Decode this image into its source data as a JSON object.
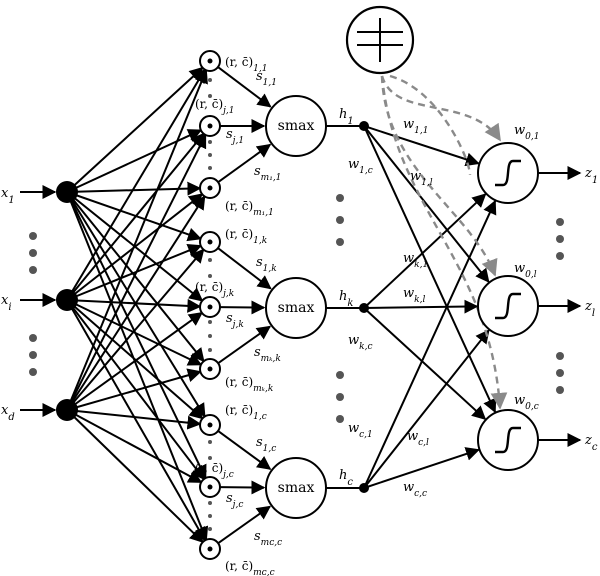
{
  "inputs": [
    {
      "main": "x",
      "sub": "1"
    },
    {
      "main": "x",
      "sub": "i"
    },
    {
      "main": "x",
      "sub": "d"
    }
  ],
  "prototypes": [
    {
      "head": "(r, c̄)",
      "sub": "1,1"
    },
    {
      "head": "(r, c̄)",
      "sub": "j,1"
    },
    {
      "head": "(r, c̄)",
      "sub": "m₁,1"
    },
    {
      "head": "(r, c̄)",
      "sub": "1,k"
    },
    {
      "head": "(r, c̄)",
      "sub": "j,k"
    },
    {
      "head": "(r, c̄)",
      "sub": "mₖ,k"
    },
    {
      "head": "(r, c̄)",
      "sub": "1,c"
    },
    {
      "head": "(r, c̄)",
      "sub": "j,c"
    },
    {
      "head": "(r, c̄)",
      "sub": "mᴄ,c"
    }
  ],
  "s_labels": [
    {
      "main": "s",
      "sub": "1,1"
    },
    {
      "main": "s",
      "sub": "j,1"
    },
    {
      "main": "s",
      "sub": "m₁,1"
    },
    {
      "main": "s",
      "sub": "1,k"
    },
    {
      "main": "s",
      "sub": "j,k"
    },
    {
      "main": "s",
      "sub": "mₖ,k"
    },
    {
      "main": "s",
      "sub": "1,c"
    },
    {
      "main": "s",
      "sub": "j,c"
    },
    {
      "main": "s",
      "sub": "mᴄ,c"
    }
  ],
  "smax_label": "smax",
  "h_labels": [
    {
      "main": "h",
      "sub": "1"
    },
    {
      "main": "h",
      "sub": "k"
    },
    {
      "main": "h",
      "sub": "c"
    }
  ],
  "w_labels": [
    {
      "main": "w",
      "sub": "1,1"
    },
    {
      "main": "w",
      "sub": "1,c"
    },
    {
      "main": "w",
      "sub": "1,l"
    },
    {
      "main": "w",
      "sub": "k,1"
    },
    {
      "main": "w",
      "sub": "k,l"
    },
    {
      "main": "w",
      "sub": "k,c"
    },
    {
      "main": "w",
      "sub": "c,1"
    },
    {
      "main": "w",
      "sub": "c,l"
    },
    {
      "main": "w",
      "sub": "c,c"
    }
  ],
  "bias_labels": [
    {
      "main": "w",
      "sub": "0,1"
    },
    {
      "main": "w",
      "sub": "0,l"
    },
    {
      "main": "w",
      "sub": "0,c"
    }
  ],
  "outputs": [
    {
      "main": "z",
      "sub": "1"
    },
    {
      "main": "z",
      "sub": "l"
    },
    {
      "main": "z",
      "sub": "c"
    }
  ],
  "colors": {
    "stroke": "#000000",
    "dots": "#555555",
    "dashed": "#8a8a8a",
    "fill": "#ffffff"
  },
  "icons": {
    "bias_unit": "plus-minus-circle-icon",
    "sigmoid": "sigmoid-icon"
  }
}
